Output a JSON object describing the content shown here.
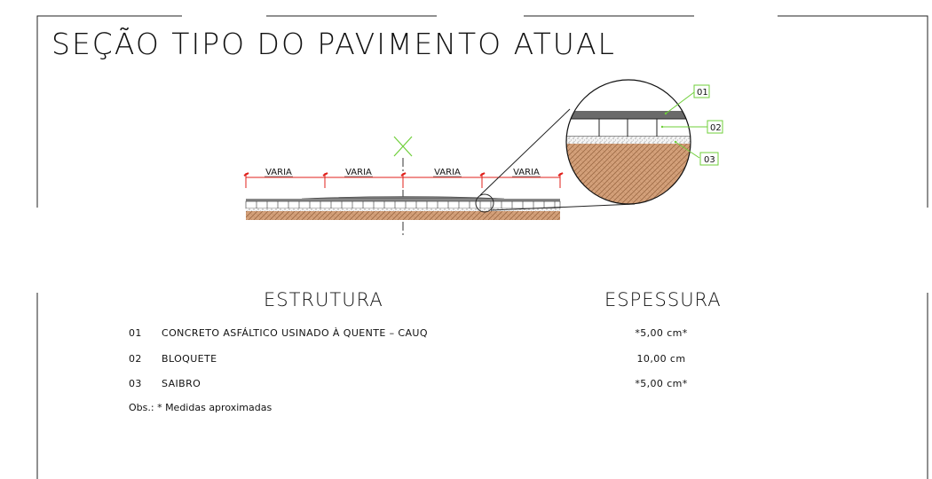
{
  "title": "SEÇÃO TIPO DO PAVIMENTO ATUAL",
  "section": {
    "width_labels": [
      "VARIA",
      "VARIA",
      "VARIA",
      "VARIA"
    ],
    "callouts": [
      "01",
      "02",
      "03"
    ]
  },
  "table": {
    "header_structure": "ESTRUTURA",
    "header_thickness": "ESPESSURA",
    "rows": [
      {
        "num": "01",
        "desc": "CONCRETO ASFÁLTICO USINADO À QUENTE – CAUQ",
        "thickness": "*5,00 cm*"
      },
      {
        "num": "02",
        "desc": "BLOQUETE",
        "thickness": "10,00 cm"
      },
      {
        "num": "03",
        "desc": "SAIBRO",
        "thickness": "*5,00 cm*"
      }
    ],
    "note": "Obs.: * Medidas aproximadas"
  },
  "colors": {
    "line": "#111111",
    "dimension": "#e0201b",
    "callout": "#6fcf3a",
    "soil": "#c9916a",
    "surface": "#555555"
  }
}
